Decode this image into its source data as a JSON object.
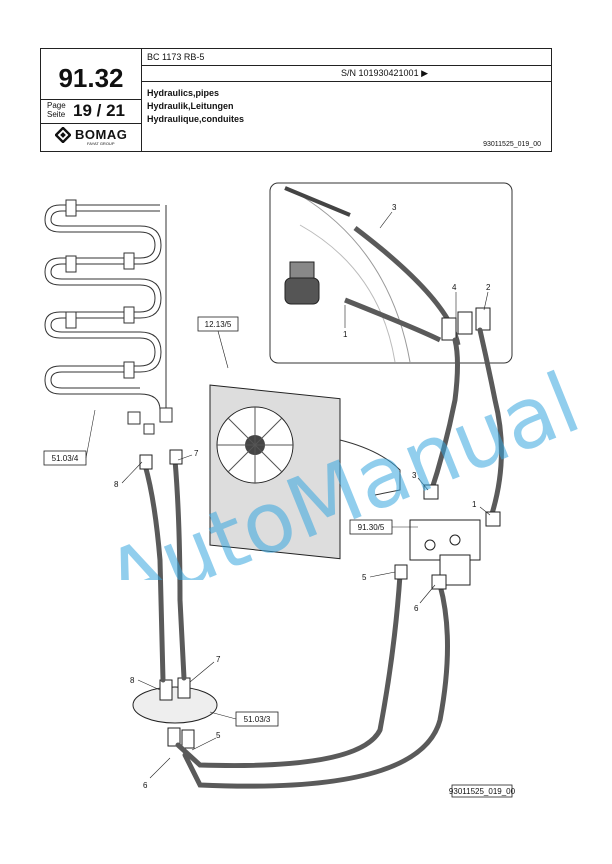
{
  "header": {
    "section_number": "91.32",
    "page_label_1": "Page",
    "page_label_2": "Seite",
    "page_number": "19 / 21",
    "model": "BC 1173 RB-5",
    "serial": "S/N 101930421001  ▶",
    "title_en": "Hydraulics,pipes",
    "title_de": "Hydraulik,Leitungen",
    "title_fr": "Hydraulique,conduites",
    "doc_id": "93011525_019_00",
    "brand_name": "BOMAG",
    "brand_sub": "FAYAT GROUP"
  },
  "diagram": {
    "refs": {
      "r1": "12.13/5",
      "r2": "51.03/4",
      "r3": "91.30/5",
      "r4": "51.03/3",
      "r5": "93011525_019_00"
    },
    "callouts": {
      "c1": "3",
      "c2": "1",
      "c3": "4",
      "c4": "2",
      "c5": "3",
      "c6": "1",
      "c7": "8",
      "c8": "7",
      "c9": "5",
      "c10": "6",
      "c11": "8",
      "c12": "7",
      "c13": "5",
      "c14": "6"
    }
  },
  "watermark": "AutoManual",
  "colors": {
    "hose": "#5a5a5a",
    "line": "#222222",
    "watermark": "#37a5de"
  }
}
